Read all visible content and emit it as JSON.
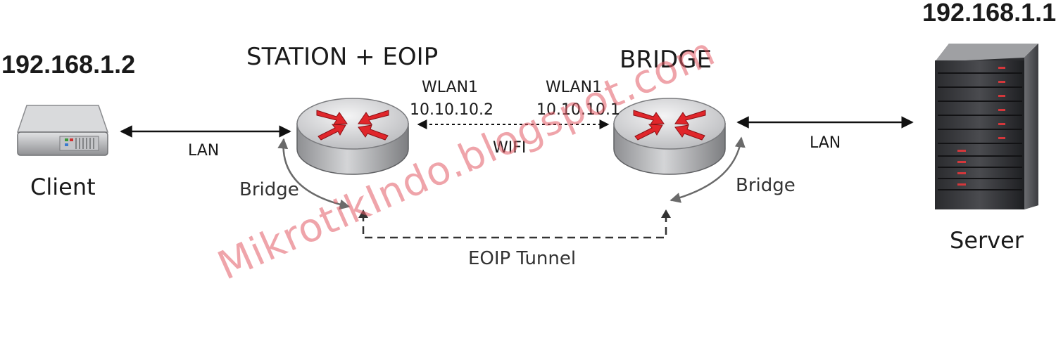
{
  "nodes": {
    "client": {
      "label": "Client",
      "ip": "192.168.1.2"
    },
    "station_router": {
      "label": "STATION + EOIP",
      "wlan_name": "WLAN1",
      "wlan_ip": "10.10.10.2"
    },
    "bridge_router": {
      "label": "BRIDGE",
      "wlan_name": "WLAN1",
      "wlan_ip": "10.10.10.1"
    },
    "server": {
      "label": "Server",
      "ip": "192.168.1.1"
    }
  },
  "links": {
    "client_lan": "LAN",
    "server_lan": "LAN",
    "wifi": "WIFI",
    "eoip": "EOIP Tunnel",
    "bridge_left": "Bridge",
    "bridge_right": "Bridge"
  },
  "watermark": "MikrotikIndo.blogspot.com",
  "colors": {
    "router_arrow": "#e0262b",
    "router_body": "#c9cacc",
    "watermark": "#e15a64"
  }
}
